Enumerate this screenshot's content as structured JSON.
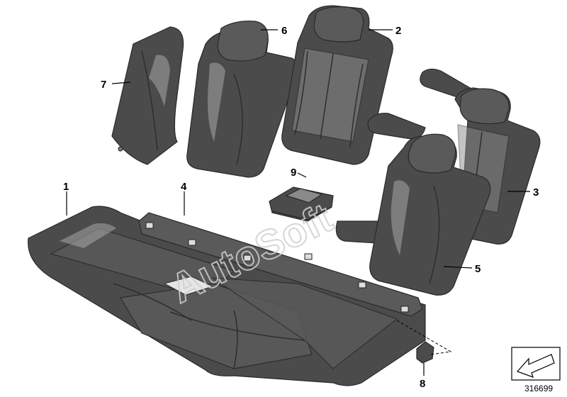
{
  "callouts": {
    "c1": "1",
    "c2": "2",
    "c3": "3",
    "c4": "4",
    "c5": "5",
    "c6": "6",
    "c7": "7",
    "c8": "8",
    "c9": "9"
  },
  "watermark": "AutoSoft",
  "catalog_number": "316699",
  "icons": {
    "orientation": "arrow-orientation-icon"
  },
  "colors": {
    "part_fill": "#4b4b4b",
    "highlight": "#a8a8a8",
    "watermark": "#cfcfcf"
  }
}
